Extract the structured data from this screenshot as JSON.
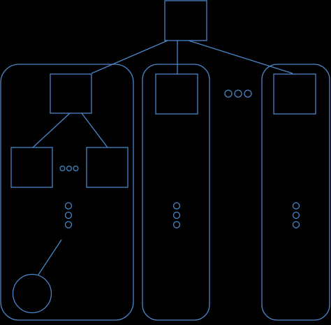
{
  "diagram": {
    "type": "hierarchy",
    "colors": {
      "background": "#000000",
      "stroke": "#4a86c8"
    },
    "root": {
      "shape": "square",
      "children": [
        {
          "container": "rounded-panel",
          "node": {
            "shape": "square",
            "children": [
              {
                "shape": "square"
              },
              {
                "shape": "square"
              }
            ],
            "children_ellipsis": "horizontal"
          },
          "continuation": "vertical-ellipsis",
          "leaf": {
            "shape": "circle"
          }
        },
        {
          "container": "rounded-panel",
          "node": {
            "shape": "square"
          },
          "continuation": "vertical-ellipsis"
        },
        {
          "container": "rounded-panel",
          "node": {
            "shape": "square"
          },
          "continuation": "vertical-ellipsis"
        }
      ],
      "children_ellipsis": "horizontal"
    }
  }
}
